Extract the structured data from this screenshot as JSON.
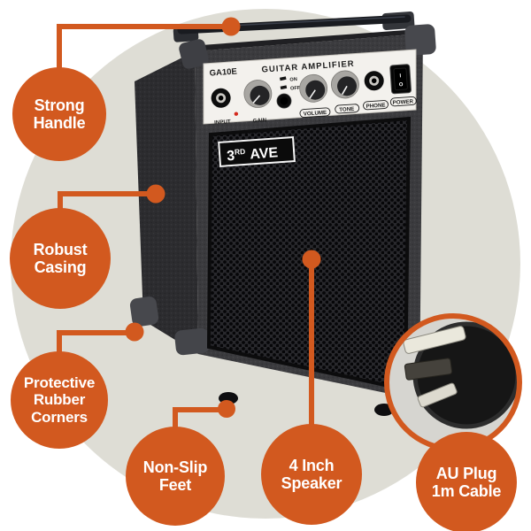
{
  "colors": {
    "accent": "#D2591F",
    "stage_bg": "#FFFFFF",
    "backdrop": "#DEDDD5",
    "amp_body": "#3A3A3D",
    "panel": "#F3F1ED"
  },
  "amp": {
    "model": "GA10E",
    "title": "GUITAR AMPLIFIER",
    "badge": {
      "num": "3",
      "sup": "RD",
      "word": "AVE"
    },
    "controls": {
      "input": "INPUT",
      "gain": "GAIN",
      "on": "ON",
      "off": "OFF",
      "volume": "VOLUME",
      "tone": "TONE",
      "phone": "PHONE",
      "power": "POWER",
      "power_on": "I",
      "power_off": "O"
    }
  },
  "inset": {
    "icon": "au-plug-photo"
  },
  "callouts": [
    {
      "id": "strong-handle",
      "lines": [
        "Strong",
        "Handle"
      ]
    },
    {
      "id": "robust-casing",
      "lines": [
        "Robust",
        "Casing"
      ]
    },
    {
      "id": "protective-rubber-corners",
      "lines": [
        "Protective",
        "Rubber",
        "Corners"
      ]
    },
    {
      "id": "non-slip-feet",
      "lines": [
        "Non-Slip",
        "Feet"
      ]
    },
    {
      "id": "four-inch-speaker",
      "lines": [
        "4 Inch",
        "Speaker"
      ]
    },
    {
      "id": "au-plug",
      "lines": [
        "AU Plug",
        "1m Cable"
      ]
    }
  ]
}
